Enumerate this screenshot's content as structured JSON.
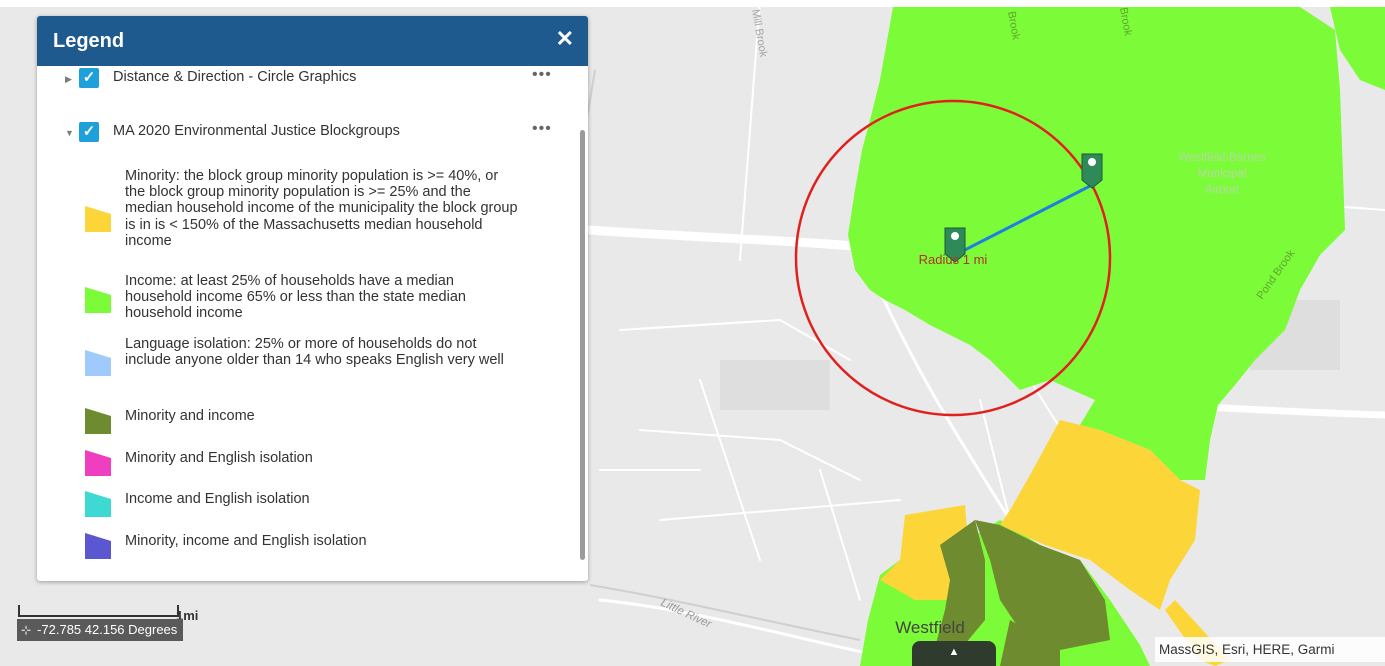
{
  "legend": {
    "title": "Legend",
    "close_icon": "close-icon",
    "layers": [
      {
        "name": "Distance & Direction - Circle Graphics",
        "checked": true,
        "expanded": false
      },
      {
        "name": "MA 2020 Environmental Justice Blockgroups",
        "checked": true,
        "expanded": true,
        "items": [
          {
            "label": "Minority: the block group minority population is >= 40%, or the block group minority population is >= 25% and the median household income of the municipality the block group is in is < 150% of the Massachusetts median household income",
            "color": "#fcd639"
          },
          {
            "label": "Income: at least 25% of households have a median household income 65% or less than the state median household income",
            "color": "#7cfb38"
          },
          {
            "label": "Language isolation: 25% or more of households do not include anyone older than 14 who speaks English very well",
            "color": "#9fcafb"
          },
          {
            "label": "Minority and income",
            "color": "#6e8b2f"
          },
          {
            "label": "Minority and English isolation",
            "color": "#ef3fc0"
          },
          {
            "label": "Income and English isolation",
            "color": "#3fd9d3"
          },
          {
            "label": "Minority, income and English isolation",
            "color": "#5b57d1"
          }
        ]
      }
    ]
  },
  "map": {
    "radius_label": "Radius 1 mi",
    "town_label": "Westfield",
    "airport_label": [
      "Westfield-Barnes",
      "Municipal",
      "Airport"
    ],
    "river_label": "Little River",
    "brook_labels": [
      "Mill Brook",
      "Brook",
      "Brook",
      "Pond Brook"
    ],
    "colors": {
      "income": "#7cfb38",
      "minority": "#fcd639",
      "minority_income": "#6e8b2f",
      "circle": "#e1201d",
      "line": "#1f7fe0",
      "marker": "#2e8b57"
    }
  },
  "coordinates": "-72.785 42.156 Degrees",
  "scale_label": "1mi",
  "attribution": "MassGIS, Esri, HERE, Garmi"
}
